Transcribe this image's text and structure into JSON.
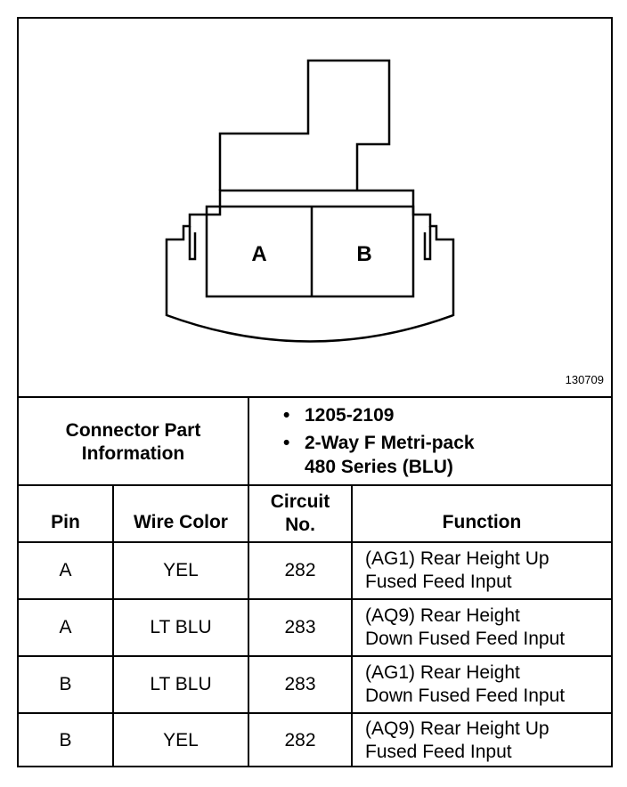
{
  "figure_number": "130709",
  "connector": {
    "cavity_labels": [
      "A",
      "B"
    ]
  },
  "connector_info": {
    "label_line1": "Connector Part",
    "label_line2": "Information",
    "items": [
      {
        "line1": "1205-2109",
        "line2": ""
      },
      {
        "line1": "2-Way F Metri-pack",
        "line2": "480 Series (BLU)"
      }
    ]
  },
  "table": {
    "headers": {
      "pin": "Pin",
      "wire_color": "Wire Color",
      "circuit_line1": "Circuit",
      "circuit_line2": "No.",
      "function": "Function"
    },
    "rows": [
      {
        "pin": "A",
        "wire_color": "YEL",
        "circuit": "282",
        "function_line1": "(AG1) Rear Height Up",
        "function_line2": "Fused Feed Input"
      },
      {
        "pin": "A",
        "wire_color": "LT BLU",
        "circuit": "283",
        "function_line1": "(AQ9) Rear Height",
        "function_line2": "Down Fused Feed Input"
      },
      {
        "pin": "B",
        "wire_color": "LT BLU",
        "circuit": "283",
        "function_line1": "(AG1) Rear Height",
        "function_line2": "Down Fused Feed Input"
      },
      {
        "pin": "B",
        "wire_color": "YEL",
        "circuit": "282",
        "function_line1": "(AQ9) Rear Height Up",
        "function_line2": "Fused Feed Input"
      }
    ]
  }
}
